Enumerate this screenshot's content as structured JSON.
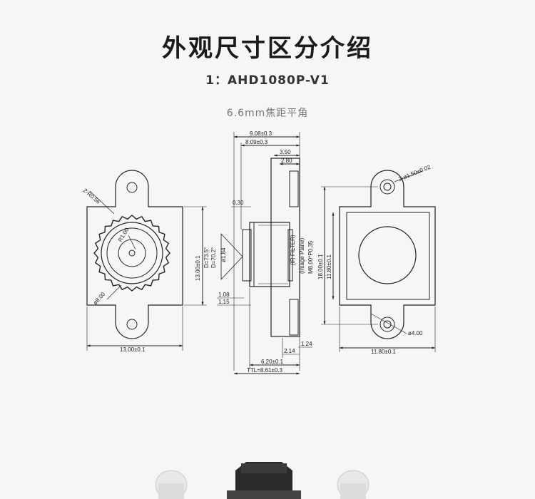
{
  "header": {
    "title": "外观尺寸区分介绍",
    "model": "1：AHD1080P-V1",
    "lens": "6.6mm焦距平角"
  },
  "front_view": {
    "radius_note": "2-R0.56",
    "inner_radius": "R1.00",
    "diameter": "ø8.00",
    "height": "13.00±0.1",
    "width": "13.00±0.1"
  },
  "side_view": {
    "overall_length": "9.08±0.3",
    "body_length": "8.09±0.3",
    "d1": "3.50",
    "d2": "2.80",
    "d3": "0.30",
    "angle_d": "D=73.5°",
    "angle_h": "D=70.2°",
    "aperture": "ø1.84",
    "filter": "(IR FILTER)",
    "image_plane": "(Image Plane)",
    "thread": "M8.00*P0.35",
    "d4": "1.08",
    "d5": "1.15",
    "d6": "1.24",
    "d7": "2.14",
    "d8": "6.20±0.1",
    "ttl": "TTL=8.61±0.3"
  },
  "back_view": {
    "hole": "2-ø1.50±0.02",
    "height_outer": "18.00±0.1",
    "height_inner": "11.80±0.1",
    "center_hole": "ø4.00",
    "width": "11.80±0.1"
  }
}
